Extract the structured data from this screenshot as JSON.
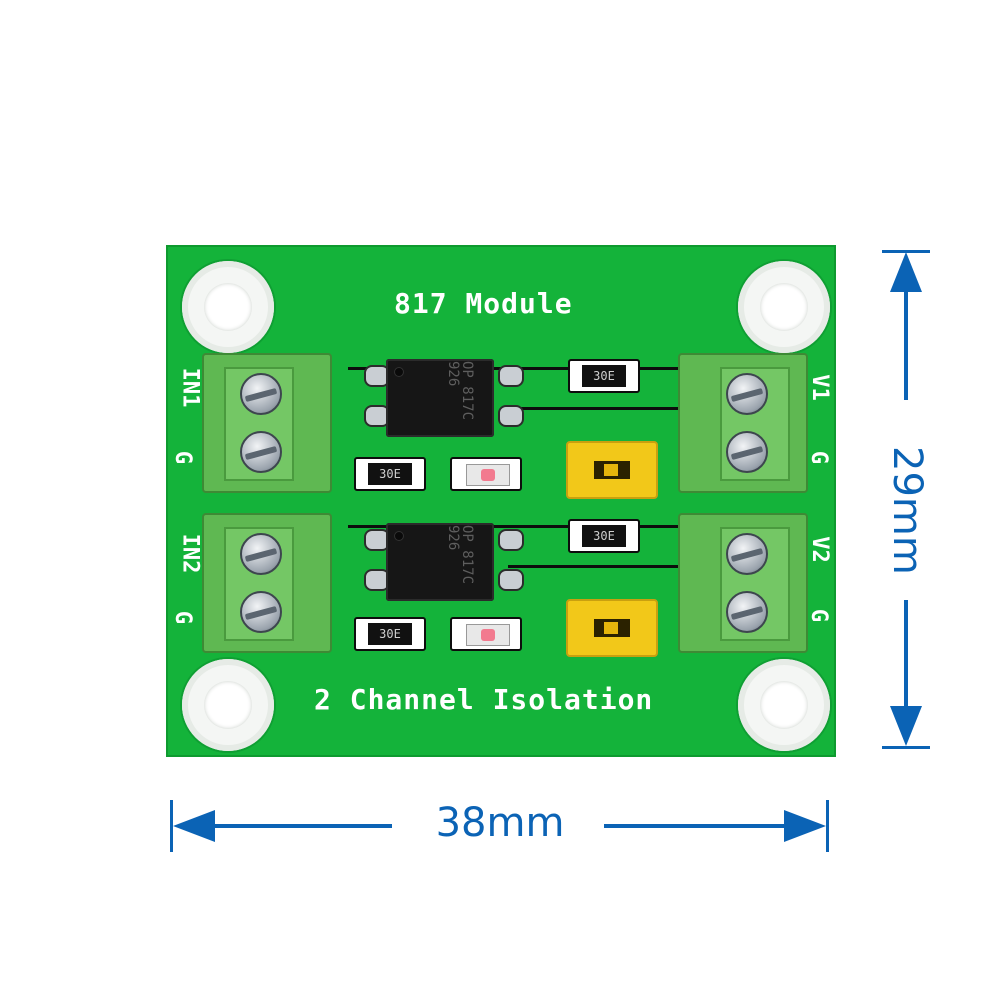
{
  "board": {
    "title_top": "817 Module",
    "title_bottom": "2 Channel Isolation",
    "left_labels": {
      "in1": "IN1",
      "g1": "G",
      "in2": "IN2",
      "g2": "G"
    },
    "right_labels": {
      "v1": "V1",
      "g1": "G",
      "v2": "V2",
      "g2": "G"
    },
    "resistor_codes": [
      "30E",
      "30E",
      "30E",
      "30E"
    ],
    "ic_markings": [
      "OP 817C 926",
      "OP 817C 926"
    ],
    "colors": {
      "pcb": "#14b33a",
      "terminal": "#5fb852",
      "jumper": "#f2c819",
      "dimension": "#0b63b5"
    }
  },
  "dimensions": {
    "width": "38mm",
    "height": "29mm"
  }
}
